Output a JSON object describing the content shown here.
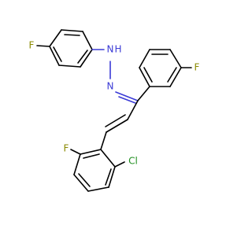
{
  "molecule": {
    "atoms": {
      "f_top_ring": "F",
      "n_amine": "N",
      "h_amine": "H",
      "n_imine": "N",
      "f_right_ring": "F",
      "f_bottom_ring": "F",
      "cl_bottom_ring": "Cl"
    },
    "colors": {
      "bond": "#000000",
      "nitrogen": "#3b3bd6",
      "fluorine": "#8a8a00",
      "chlorine": "#1f8f1f"
    }
  }
}
